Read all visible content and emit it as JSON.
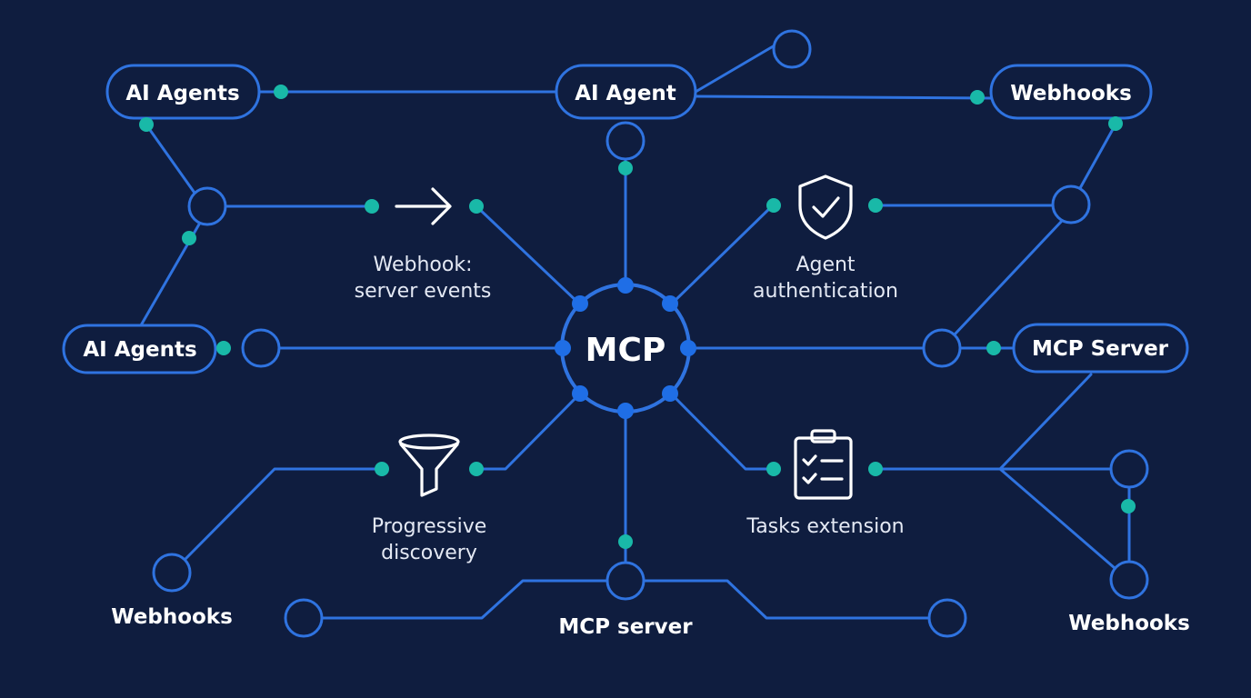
{
  "hub": {
    "label": "MCP"
  },
  "nodes": {
    "ai_agents_top": "AI Agents",
    "ai_agent_center": "AI Agent",
    "webhooks_top": "Webhooks",
    "ai_agents_mid": "AI Agents",
    "mcp_server_right": "MCP Server"
  },
  "labels": {
    "webhooks_bottom_left": "Webhooks",
    "mcp_server_bottom": "MCP server",
    "webhooks_bottom_right": "Webhooks"
  },
  "features": {
    "webhook_events": {
      "line1": "Webhook:",
      "line2": "server events",
      "icon": "arrow-right-icon"
    },
    "agent_auth": {
      "line1": "Agent",
      "line2": "authentication",
      "icon": "shield-check-icon"
    },
    "progressive_discovery": {
      "line1": "Progressive",
      "line2": "discovery",
      "icon": "funnel-icon"
    },
    "tasks_extension": {
      "line1": "Tasks extension",
      "icon": "clipboard-checklist-icon"
    }
  },
  "colors": {
    "background": "#0f1d3f",
    "line": "#2f73e0",
    "connector_teal": "#19b9a8",
    "hub_port_blue": "#1f6ee6",
    "text": "#ffffff"
  }
}
